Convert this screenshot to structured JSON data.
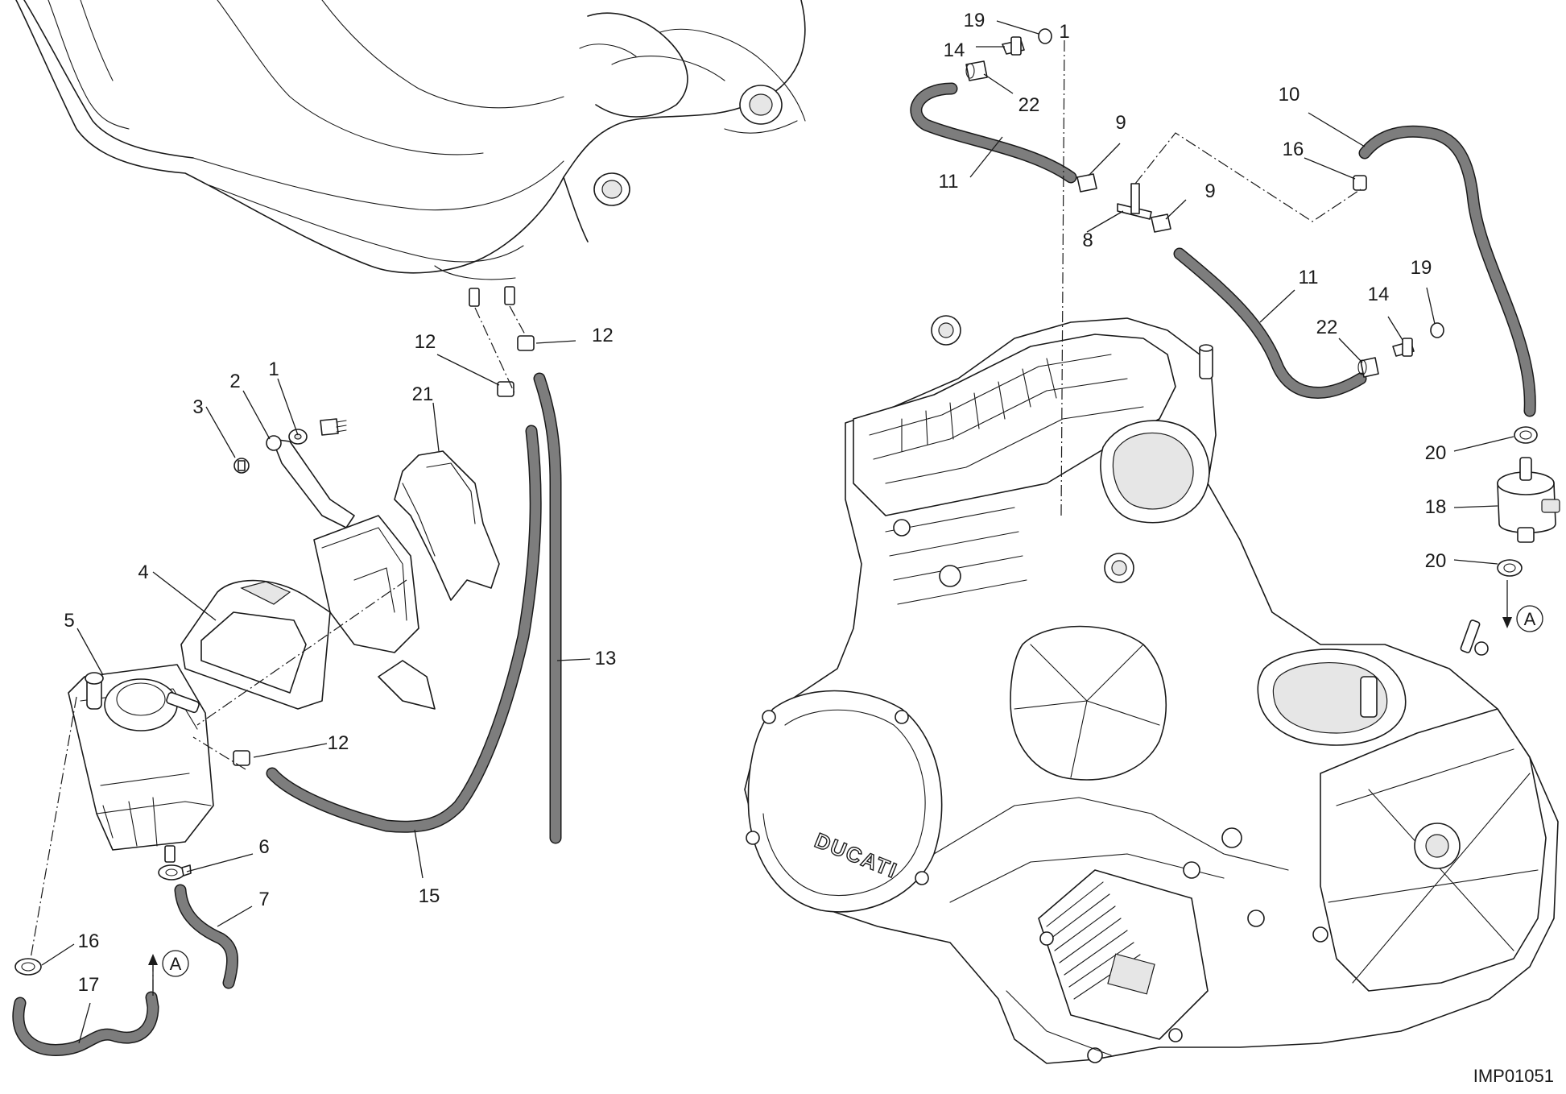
{
  "diagram": {
    "reference_code": "IMP01051",
    "brand_lettering": "DUCATI",
    "arrow_marker": "A",
    "callouts": {
      "c1": "1",
      "c2": "2",
      "c3": "3",
      "c4": "4",
      "c5": "5",
      "c6": "6",
      "c7": "7",
      "c12a": "12",
      "c12b": "12",
      "c12c": "12",
      "c13": "13",
      "c15": "15",
      "c16a": "16",
      "c17": "17",
      "c21": "21",
      "c19a": "19",
      "c1b": "1",
      "c14a": "14",
      "c22a": "22",
      "c11a": "11",
      "c9a": "9",
      "c9b": "9",
      "c8": "8",
      "c10": "10",
      "c16b": "16",
      "c11b": "11",
      "c22b": "22",
      "c14b": "14",
      "c19b": "19",
      "c20a": "20",
      "c18": "18",
      "c20b": "20"
    }
  }
}
